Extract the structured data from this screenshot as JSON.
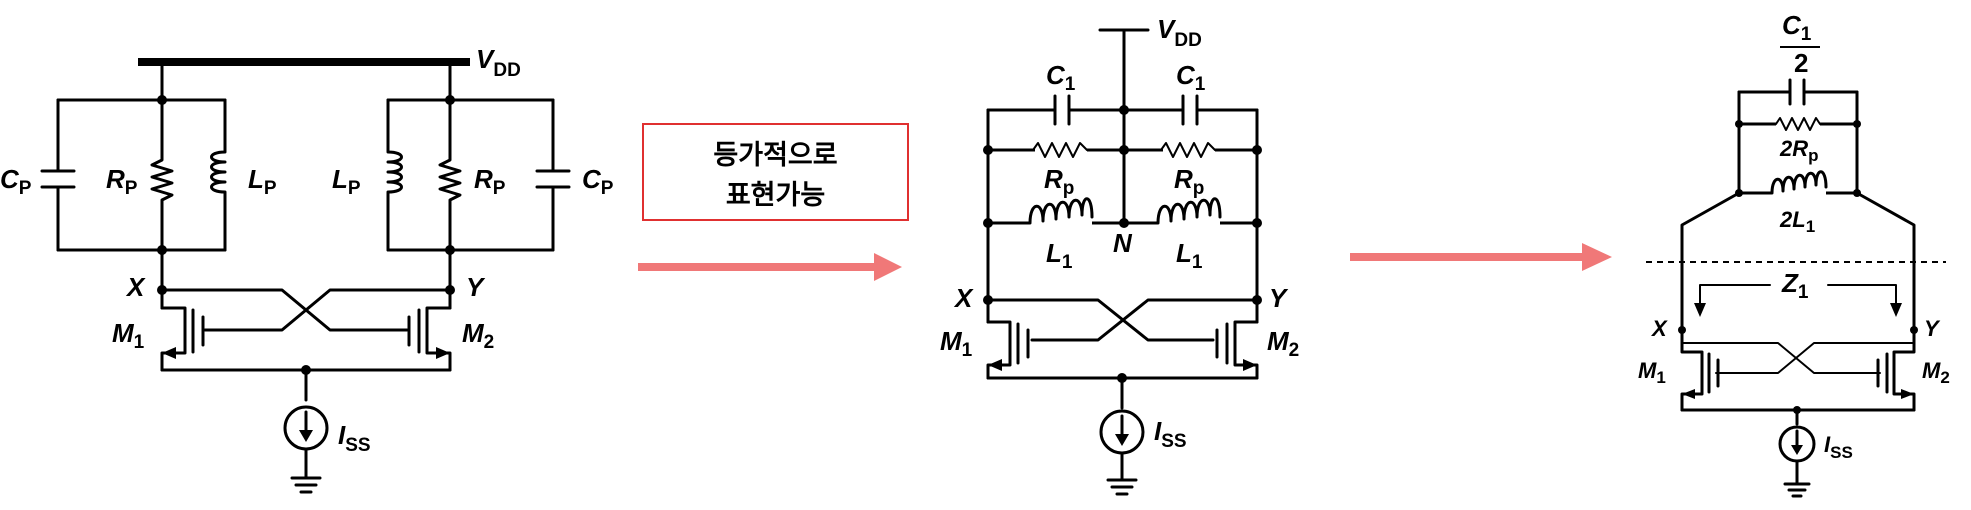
{
  "labels": {
    "vdd": "V",
    "vdd_sub": "DD",
    "cp": "C",
    "cp_sub": "P",
    "rp": "R",
    "rp_sub": "P",
    "lp": "L",
    "lp_sub": "P",
    "x": "X",
    "y": "Y",
    "m1": "M",
    "m1_sub": "1",
    "m2": "M",
    "m2_sub": "2",
    "iss": "I",
    "iss_sub": "SS",
    "c1": "C",
    "c1_sub": "1",
    "rp_small": "R",
    "rp_small_sub": "p",
    "l1": "L",
    "l1_sub": "1",
    "n": "N",
    "c1_half_num": "C",
    "c1_half_num_sub": "1",
    "c1_half_den": "2",
    "two_rp": "2R",
    "two_rp_sub": "p",
    "two_l1": "2L",
    "two_l1_sub": "1",
    "z1": "Z",
    "z1_sub": "1"
  },
  "note": {
    "line1": "등가적으로",
    "line2": "표현가능"
  },
  "colors": {
    "arrow": "#f07878",
    "note_border": "#e03030"
  }
}
